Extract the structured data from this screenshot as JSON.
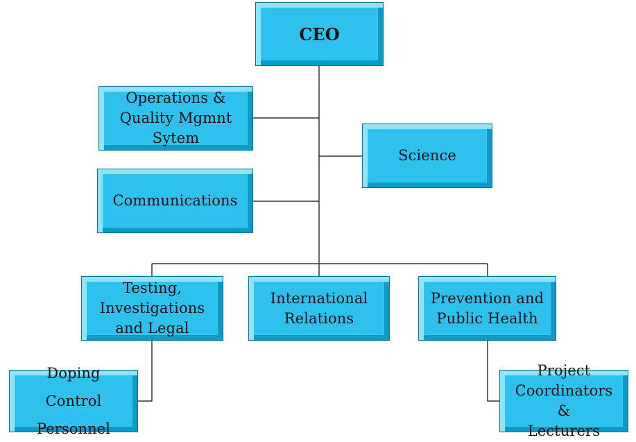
{
  "org_chart": {
    "ceo": "CEO",
    "operations": [
      "Operations &",
      "Quality Mgmnt",
      "Sytem"
    ],
    "science": "Science",
    "communications": "Communications",
    "testing": [
      "Testing,",
      "Investigations",
      "and Legal"
    ],
    "international": [
      "International",
      "Relations"
    ],
    "prevention": [
      "Prevention and",
      "Public Health"
    ],
    "doping": [
      "Doping Control",
      "Personnel"
    ],
    "project": [
      "Project",
      "Coordinators &",
      "Lecturers"
    ]
  },
  "colors": {
    "box_fill": "#2fc1ee",
    "connector": "#333333"
  }
}
